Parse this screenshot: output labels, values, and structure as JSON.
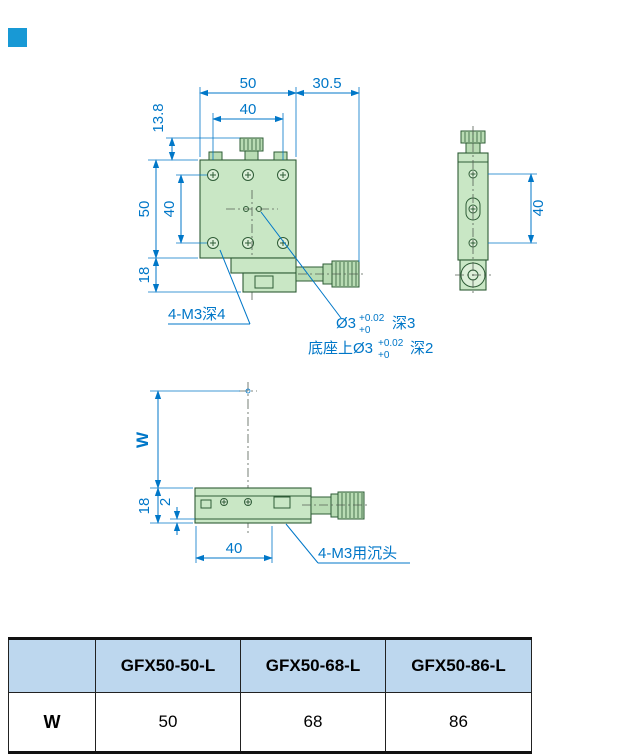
{
  "logo": {
    "color": "#1899d5"
  },
  "drawing": {
    "dims": {
      "top_width": "50",
      "top_right": "30.5",
      "knob_height": "13.8",
      "top_hole_spacing": "40",
      "left_height": "50",
      "left_hole_spacing": "40",
      "base_height": "18",
      "side_hole_spacing": "40",
      "w_label": "W",
      "profile_height": "18",
      "plate_thickness": "2",
      "profile_hole_spacing": "40"
    },
    "notes": {
      "tap_note": "4-M3深4",
      "pin_hole": {
        "prefix": "Ø3",
        "tol_upper": "+0.02",
        "tol_lower": "+0",
        "suffix": "深3"
      },
      "base_pin_hole": {
        "prefix": "底座上Ø3",
        "tol_upper": "+0.02",
        "tol_lower": "+0",
        "suffix": "深2"
      },
      "countersink_note": "4-M3用沉头"
    },
    "colors": {
      "dimension_blue": "#0077c8",
      "part_fill_green": "#c9e7c5",
      "part_stroke_green": "#2e5c36"
    }
  },
  "table": {
    "header_bg": "#bdd7ee",
    "headers": [
      "",
      "GFX50-50-L",
      "GFX50-68-L",
      "GFX50-86-L"
    ],
    "row": {
      "label": "W",
      "values": [
        "50",
        "68",
        "86"
      ]
    }
  }
}
